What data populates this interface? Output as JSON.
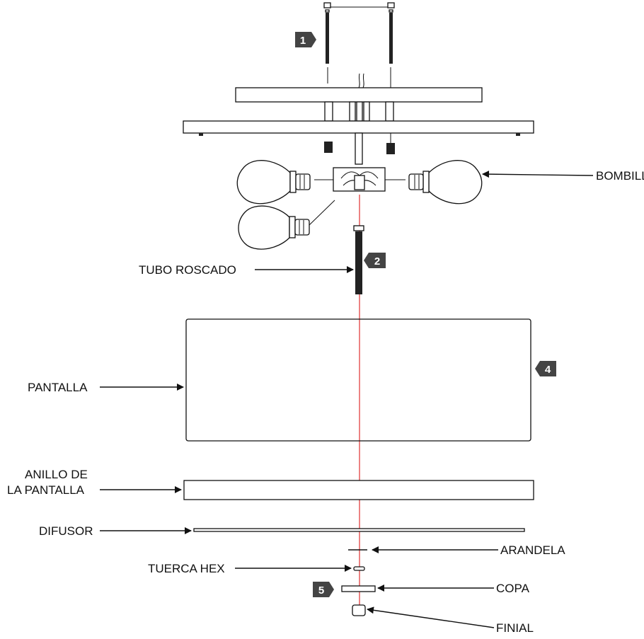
{
  "labels": {
    "bombilla": "BOMBILLA",
    "tubo_roscado": "TUBO ROSCADO",
    "pantalla": "PANTALLA",
    "anillo_line1": "ANILLO DE",
    "anillo_line2": "LA PANTALLA",
    "difusor": "DIFUSOR",
    "arandela": "ARANDELA",
    "tuerca_hex": "TUERCA HEX",
    "copa": "COPA",
    "finial": "FINIAL"
  },
  "steps": {
    "step1": "1",
    "step2": "2",
    "step4": "4",
    "step5": "5"
  },
  "colors": {
    "axis_line": "#e03030",
    "step_badge": "#444444",
    "ink": "#111111"
  }
}
